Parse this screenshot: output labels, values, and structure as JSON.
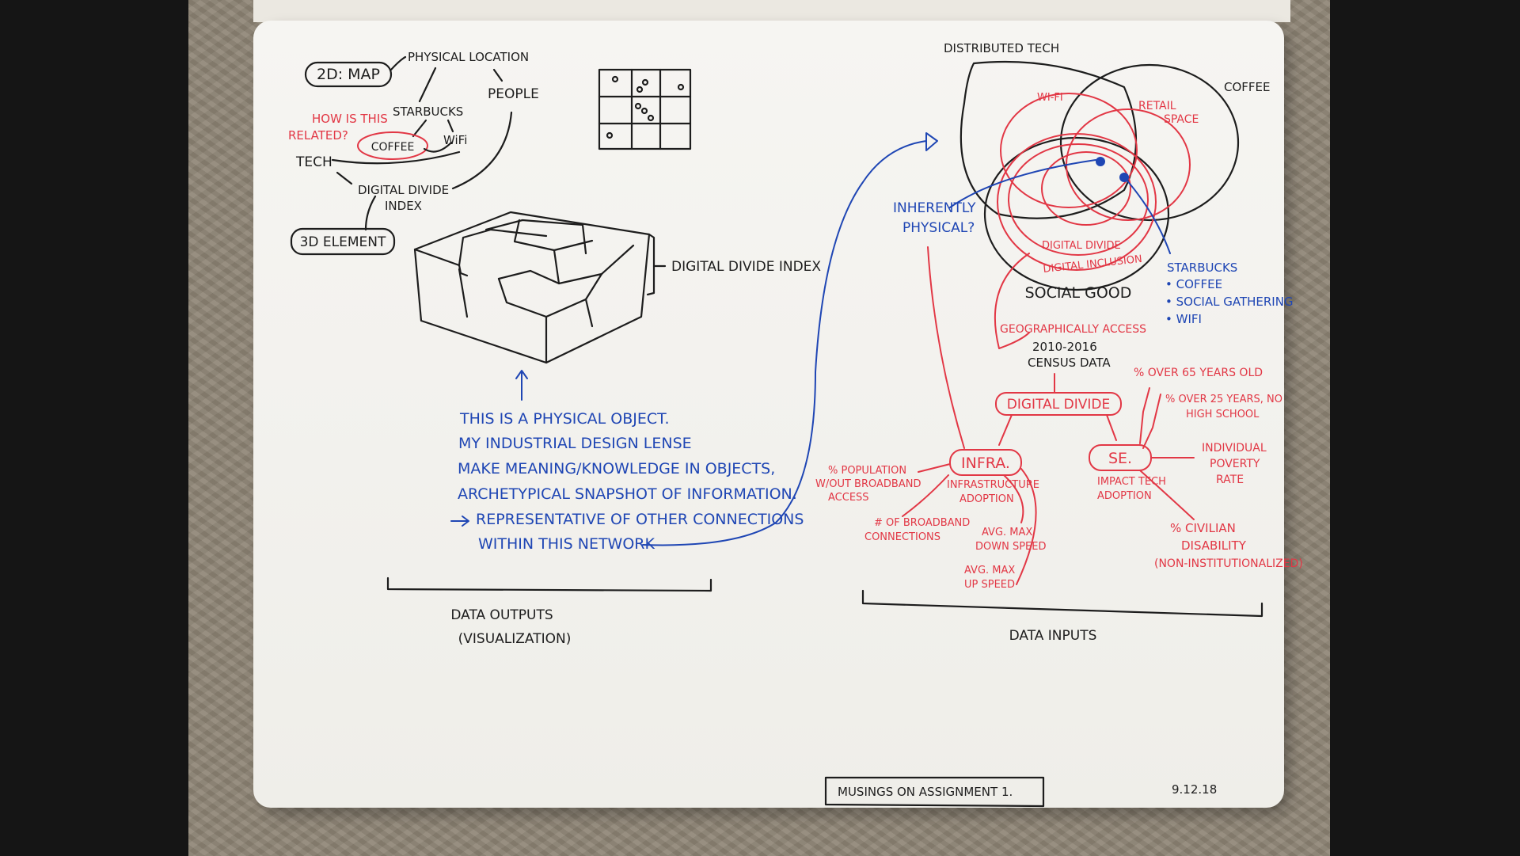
{
  "colors": {
    "ink_black": "#1d1d1d",
    "ink_red": "#e23745",
    "ink_blue": "#1f46b4",
    "paper": "#f6f5f2"
  },
  "left": {
    "map2d": "2D: MAP",
    "physical_location": "PHYSICAL LOCATION",
    "people": "PEOPLE",
    "starbucks": "STARBUCKS",
    "wifi": "WiFi",
    "coffee": "COFFEE",
    "tech": "TECH",
    "how_related_1": "HOW IS THIS",
    "how_related_2": "RELATED?",
    "digital_divide_index_1": "DIGITAL DIVIDE",
    "digital_divide_index_2": "INDEX",
    "element3d": "3D ELEMENT",
    "cubes_label": "DIGITAL DIVIDE INDEX",
    "physical_notes": [
      "THIS IS A PHYSICAL OBJECT.",
      "MY INDUSTRIAL DESIGN LENSE",
      "MAKE MEANING/KNOWLEDGE IN OBJECTS,",
      "ARCHETYPICAL SNAPSHOT OF INFORMATION.",
      "REPRESENTATIVE OF OTHER CONNECTIONS",
      "WITHIN THIS NETWORK"
    ],
    "data_outputs_1": "DATA OUTPUTS",
    "data_outputs_2": "(VISUALIZATION)"
  },
  "right": {
    "distributed_tech": "DISTRIBUTED TECH",
    "coffee": "COFFEE",
    "wifi": "WI-FI",
    "retail_1": "RETAIL",
    "retail_2": "SPACE",
    "digital_divide_small": "DIGITAL DIVIDE",
    "digital_inclusion": "DIGITAL INCLUSION",
    "social_good": "SOCIAL GOOD",
    "inherently_1": "INHERENTLY",
    "inherently_2": "PHYSICAL?",
    "starbucks_list": [
      "STARBUCKS",
      "• COFFEE",
      "• SOCIAL GATHERING",
      "• WIFI"
    ],
    "census_1": "GEOGRAPHICALLY ACCESS",
    "census_2": "2010-2016",
    "census_3": "CENSUS DATA",
    "digital_divide_box": "DIGITAL DIVIDE",
    "infra_box": "INFRA.",
    "se_box": "SE.",
    "pct_pop_1": "% POPULATION",
    "pct_pop_2": "W/OUT BROADBAND",
    "pct_pop_3": "ACCESS",
    "infra_adopt_1": "INFRASTRUCTURE",
    "infra_adopt_2": "ADOPTION",
    "num_broadband_1": "# OF BROADBAND",
    "num_broadband_2": "CONNECTIONS",
    "down_speed_1": "AVG. MAX",
    "down_speed_2": "DOWN SPEED",
    "up_speed_1": "AVG. MAX",
    "up_speed_2": "UP SPEED",
    "over65": "% OVER 65 YEARS OLD",
    "over25_1": "% OVER 25 YEARS, NO",
    "over25_2": "HIGH SCHOOL",
    "poverty_1": "INDIVIDUAL",
    "poverty_2": "POVERTY",
    "poverty_3": "RATE",
    "impact_1": "IMPACT TECH",
    "impact_2": "ADOPTION",
    "disability_1": "% CIVILIAN",
    "disability_2": "DISABILITY",
    "disability_3": "(NON-INSTITUTIONALIZED)",
    "data_inputs": "DATA INPUTS"
  },
  "footer": {
    "title": "MUSINGS ON ASSIGNMENT 1.",
    "date": "9.12.18"
  }
}
